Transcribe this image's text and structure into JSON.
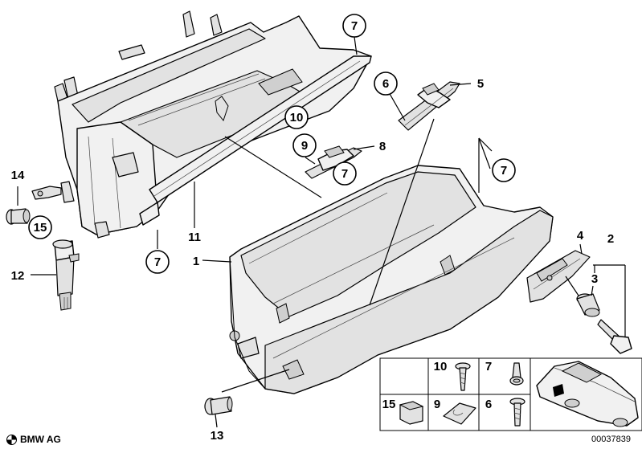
{
  "callouts": [
    {
      "id": "c7a",
      "label": "7",
      "circled": true
    },
    {
      "id": "c6",
      "label": "6",
      "circled": true
    },
    {
      "id": "c5",
      "label": "5",
      "circled": false
    },
    {
      "id": "c10",
      "label": "10",
      "circled": true
    },
    {
      "id": "c9",
      "label": "9",
      "circled": true
    },
    {
      "id": "c8",
      "label": "8",
      "circled": false
    },
    {
      "id": "c7b",
      "label": "7",
      "circled": true
    },
    {
      "id": "c7c",
      "label": "7",
      "circled": true
    },
    {
      "id": "c14",
      "label": "14",
      "circled": false
    },
    {
      "id": "c15",
      "label": "15",
      "circled": true
    },
    {
      "id": "c11",
      "label": "11",
      "circled": false
    },
    {
      "id": "c7d",
      "label": "7",
      "circled": true
    },
    {
      "id": "c12",
      "label": "12",
      "circled": false
    },
    {
      "id": "c1",
      "label": "1",
      "circled": false
    },
    {
      "id": "c4",
      "label": "4",
      "circled": false
    },
    {
      "id": "c2",
      "label": "2",
      "circled": false
    },
    {
      "id": "c3",
      "label": "3",
      "circled": false
    },
    {
      "id": "c13",
      "label": "13",
      "circled": false
    }
  ],
  "legend": {
    "items": [
      {
        "label": "10",
        "part": "screw"
      },
      {
        "label": "7",
        "part": "expanding-rivet"
      },
      {
        "label": "15",
        "part": "clip-nut"
      },
      {
        "label": "9",
        "part": "spring-nut"
      },
      {
        "label": "6",
        "part": "oval-head-screw"
      }
    ]
  },
  "footer": {
    "brand": "BMW AG",
    "document_number": "00037839"
  },
  "colors": {
    "line": "#000000",
    "part_fill": "#f1f1f1",
    "shadow_fill": "#cfcfcf"
  }
}
